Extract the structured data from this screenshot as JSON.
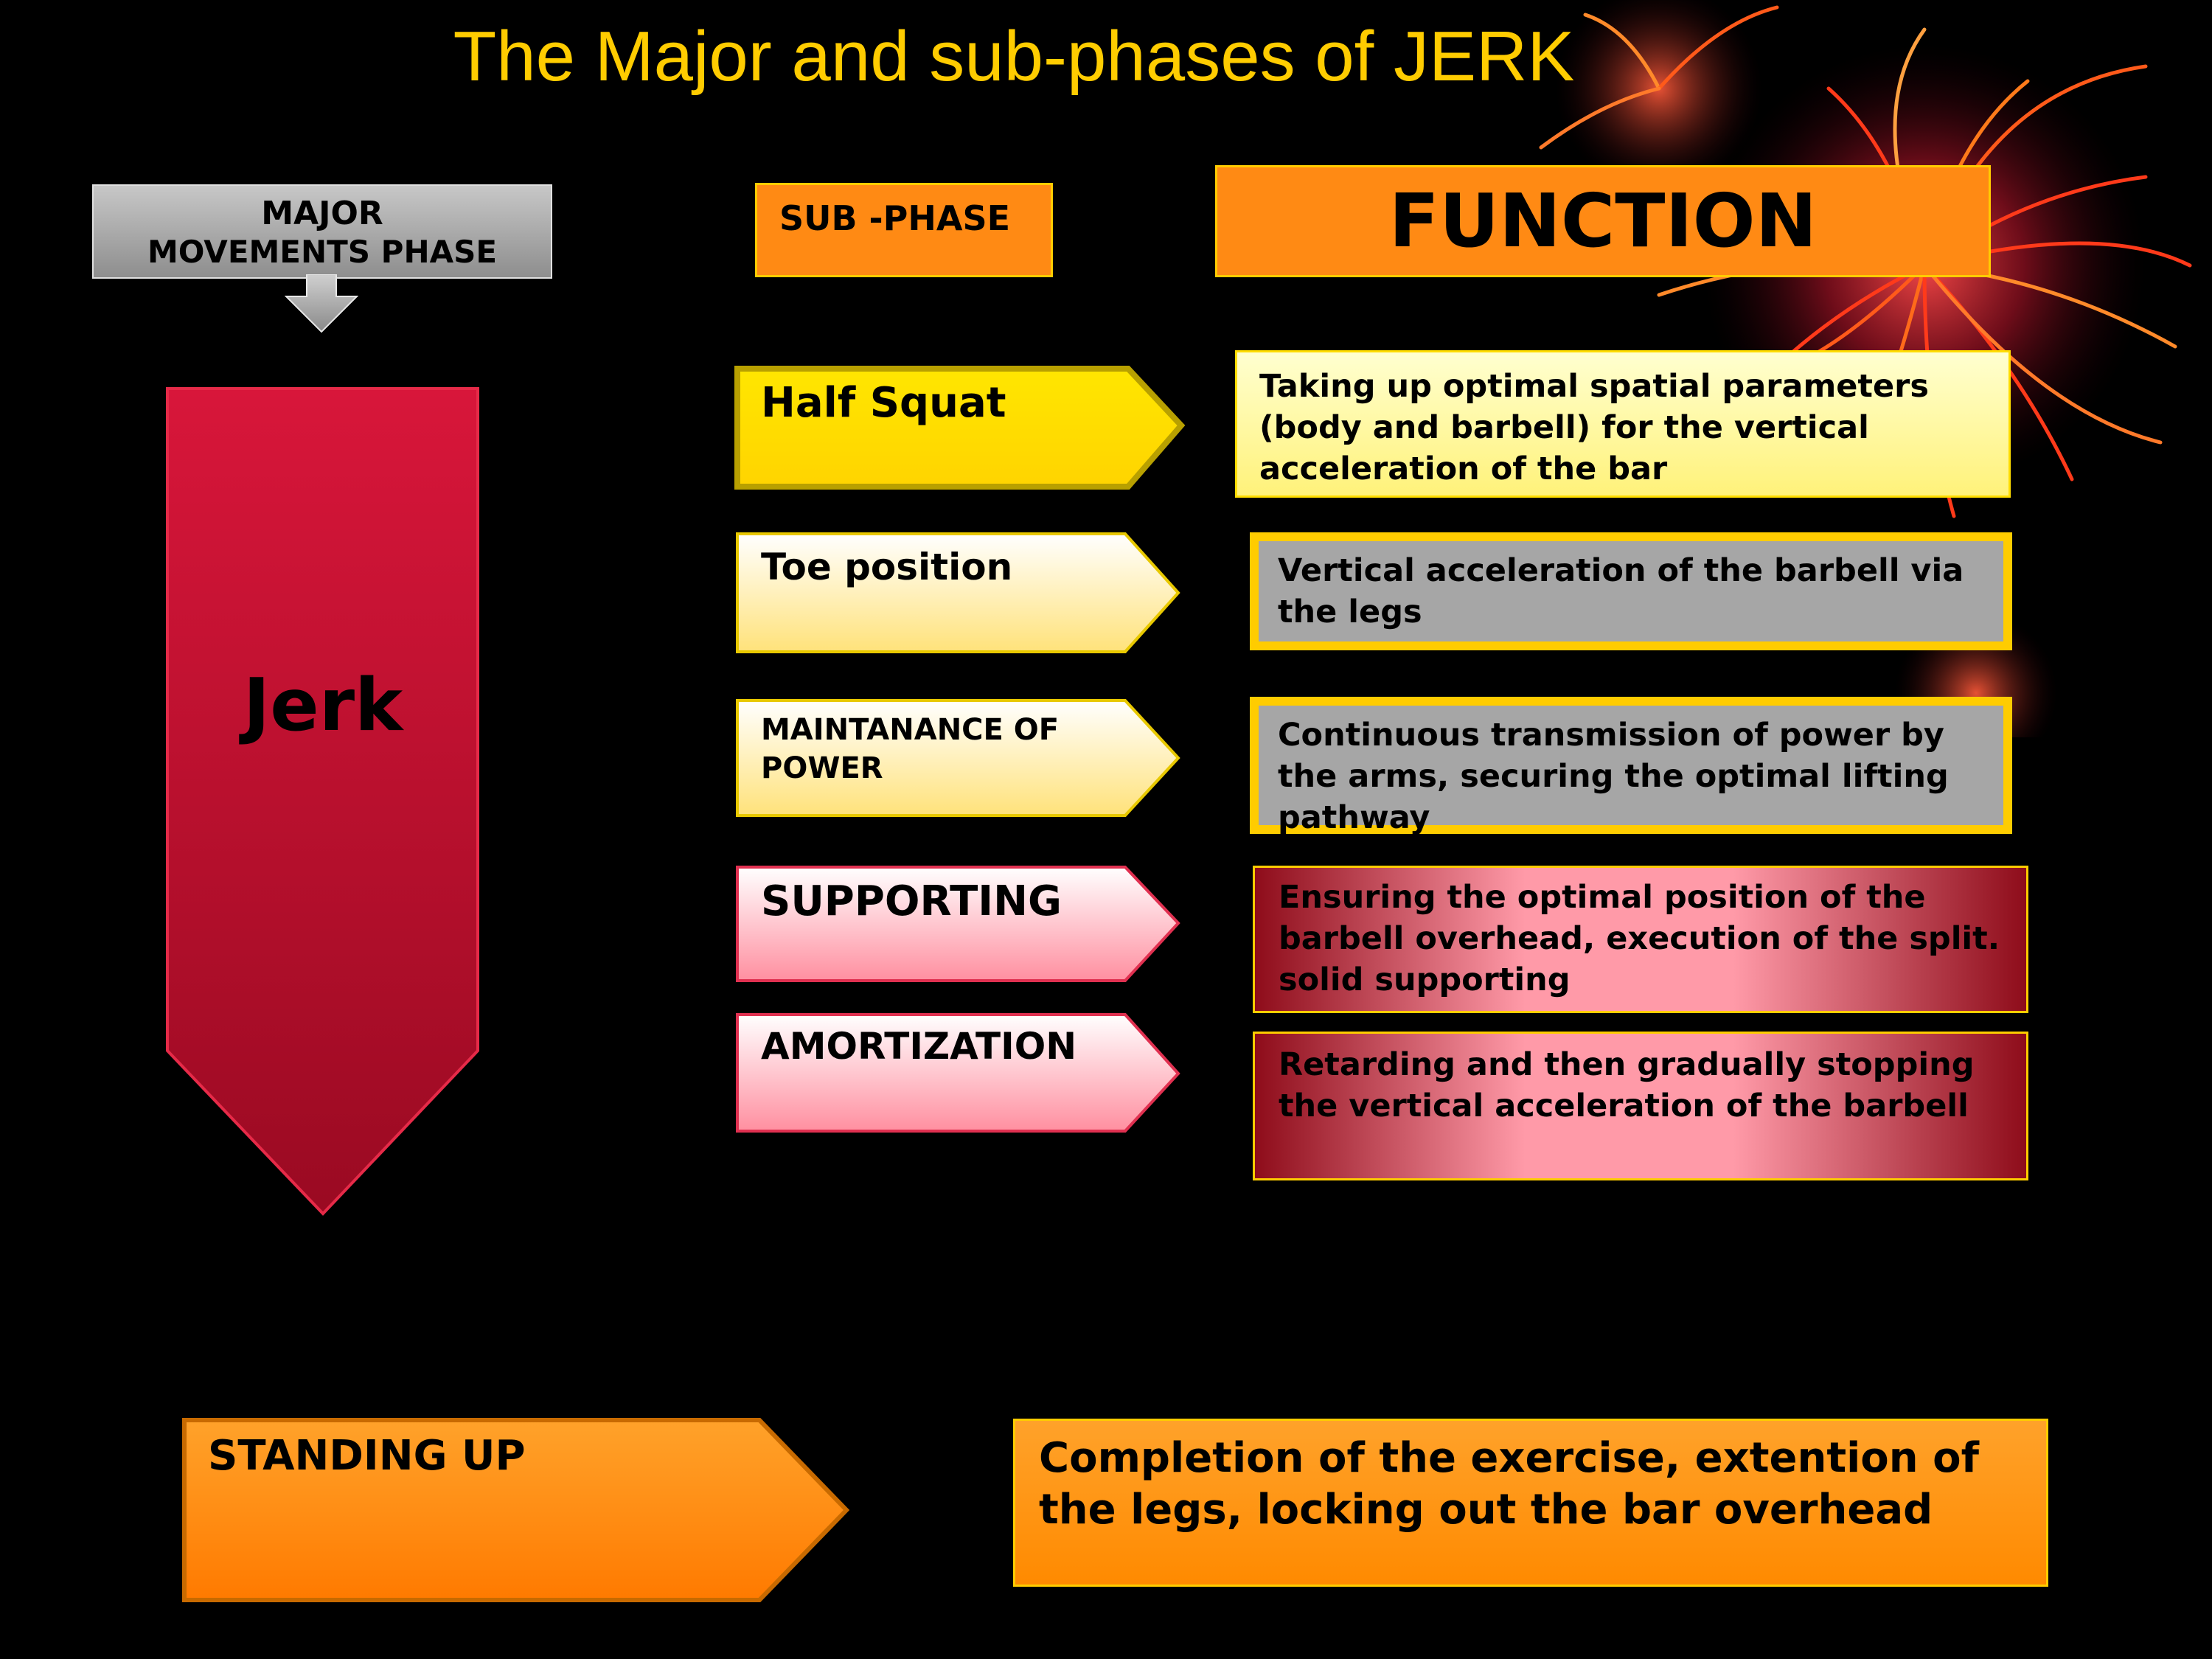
{
  "title": "The Major and sub-phases of JERK",
  "headers": {
    "major_line1": "MAJOR",
    "major_line2": "MOVEMENTS PHASE",
    "sub_phase": "SUB -PHASE",
    "function": "FUNCTION"
  },
  "major_phase": {
    "label": "Jerk"
  },
  "sub_phases": [
    {
      "label": "Half Squat",
      "function": "Taking up optimal spatial parameters (body and barbell) for the vertical acceleration of the bar"
    },
    {
      "label": "Toe position",
      "function": "Vertical acceleration of the barbell via the legs"
    },
    {
      "label": "MAINTANANCE OF POWER",
      "function": "Continuous transmission of power by the arms, securing the optimal lifting pathway"
    },
    {
      "label": "SUPPORTING",
      "function": "Ensuring the optimal position of the barbell overhead, execution of the split.  solid supporting"
    },
    {
      "label": "AMORTIZATION",
      "function": "Retarding and then gradually stopping the vertical acceleration of the barbell"
    }
  ],
  "final_phase": {
    "label": "STANDING UP",
    "function": "Completion of the exercise, extention of the legs, locking out the bar overhead"
  },
  "colors": {
    "title": "#ffcc00",
    "major_arrow": "#c8102e",
    "orange": "#ff8a14",
    "border_gold": "#ffcc00"
  }
}
